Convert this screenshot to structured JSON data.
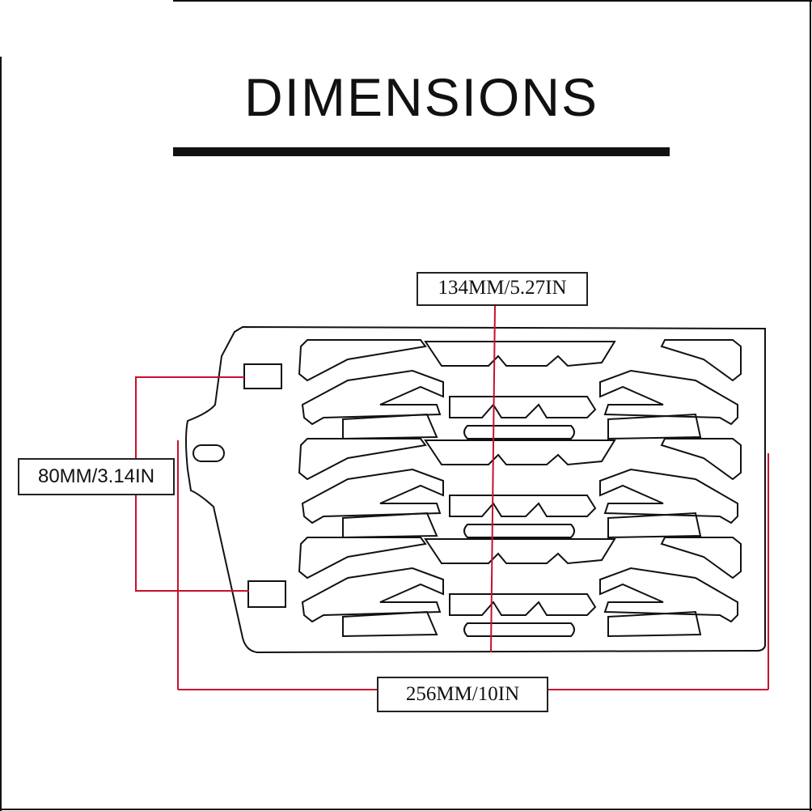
{
  "title": "DIMENSIONS",
  "dimensions": {
    "width_label": "134MM/5.27IN",
    "height_label": "80MM/3.14IN",
    "length_label": "256MM/10IN"
  },
  "colors": {
    "outline": "#111111",
    "dimension_line": "#c8102e",
    "leader_line": "#c8102e"
  }
}
